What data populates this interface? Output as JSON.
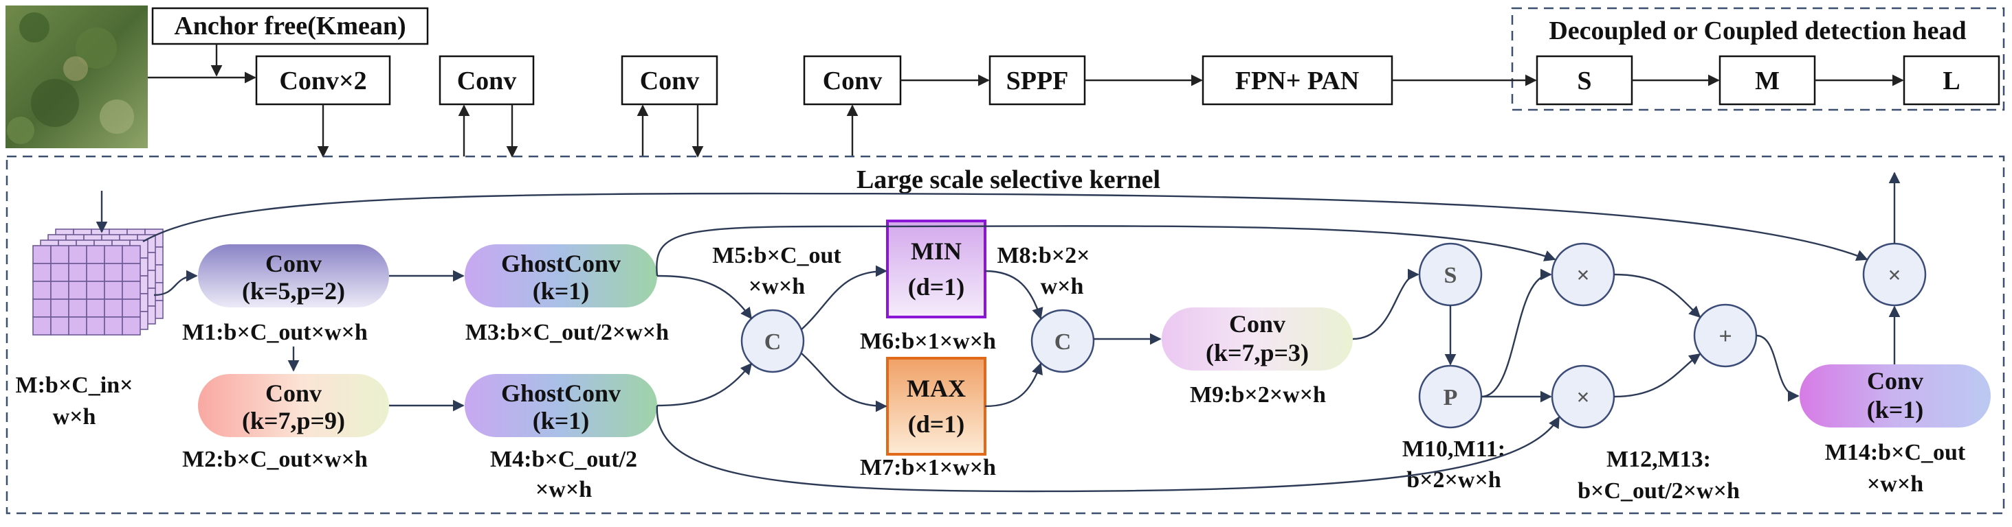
{
  "top": {
    "anchor_label": "Anchor free(Kmean)",
    "blocks": [
      "Conv×2",
      "Conv",
      "Conv",
      "Conv",
      "SPPF",
      "FPN+ PAN"
    ],
    "head_title": "Decoupled or Coupled detection head",
    "head_blocks": [
      "S",
      "M",
      "L"
    ]
  },
  "lsk": {
    "title": "Large scale selective kernel",
    "input_label": [
      "M:b×C_in×",
      "w×h"
    ],
    "modules": {
      "conv_a": [
        "Conv",
        "(k=5,p=2)"
      ],
      "conv_b": [
        "Conv",
        "(k=7,p=9)"
      ],
      "ghost_a": [
        "GhostConv",
        "(k=1)"
      ],
      "ghost_b": [
        "GhostConv",
        "(k=1)"
      ],
      "min": [
        "MIN",
        "(d=1)"
      ],
      "max": [
        "MAX",
        "(d=1)"
      ],
      "conv_c": [
        "Conv",
        "(k=7,p=3)"
      ],
      "conv_d": [
        "Conv",
        "(k=1)"
      ]
    },
    "ops": {
      "concat1": "C",
      "concat2": "C",
      "sigmoid": "S",
      "split": "P",
      "mul1": "×",
      "mul2": "×",
      "add": "+",
      "mul3": "×"
    },
    "labels": {
      "m1": "M1:b×C_out×w×h",
      "m2": "M2:b×C_out×w×h",
      "m3": "M3:b×C_out/2×w×h",
      "m4": [
        "M4:b×C_out/2",
        "×w×h"
      ],
      "m5": [
        "M5:b×C_out",
        "×w×h"
      ],
      "m6": "M6:b×1×w×h",
      "m7": "M7:b×1×w×h",
      "m8": [
        "M8:b×2×",
        "w×h"
      ],
      "m9": "M9:b×2×w×h",
      "m10_11": [
        "M10,M11:",
        "b×2×w×h"
      ],
      "m12_13": [
        "M12,M13:",
        "b×C_out/2×w×h"
      ],
      "m14": [
        "M14:b×C_out",
        "×w×h"
      ]
    }
  },
  "colors": {
    "dashed_frame": "#3d4f6f",
    "min_border": "#8b16d6",
    "max_border": "#e06a1a",
    "op_circle": "#e9eef9"
  }
}
